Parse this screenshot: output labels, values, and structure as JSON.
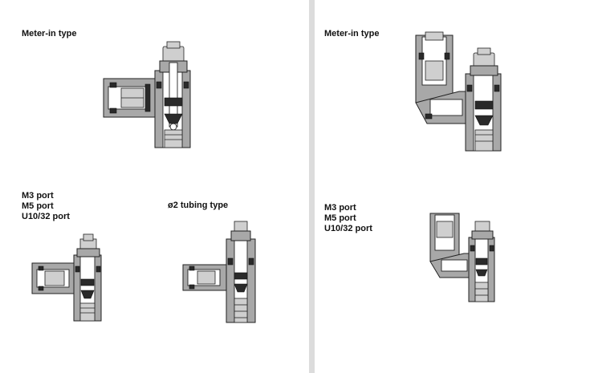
{
  "left_panel": {
    "meter_in_title": "Meter-in type",
    "ports_lines": [
      "M3 port",
      "M5 port",
      "U10/32 port"
    ],
    "tubing_title": "ø2 tubing type"
  },
  "right_panel": {
    "meter_in_title": "Meter-in type",
    "ports_lines": [
      "M3 port",
      "M5 port",
      "U10/32 port"
    ]
  }
}
